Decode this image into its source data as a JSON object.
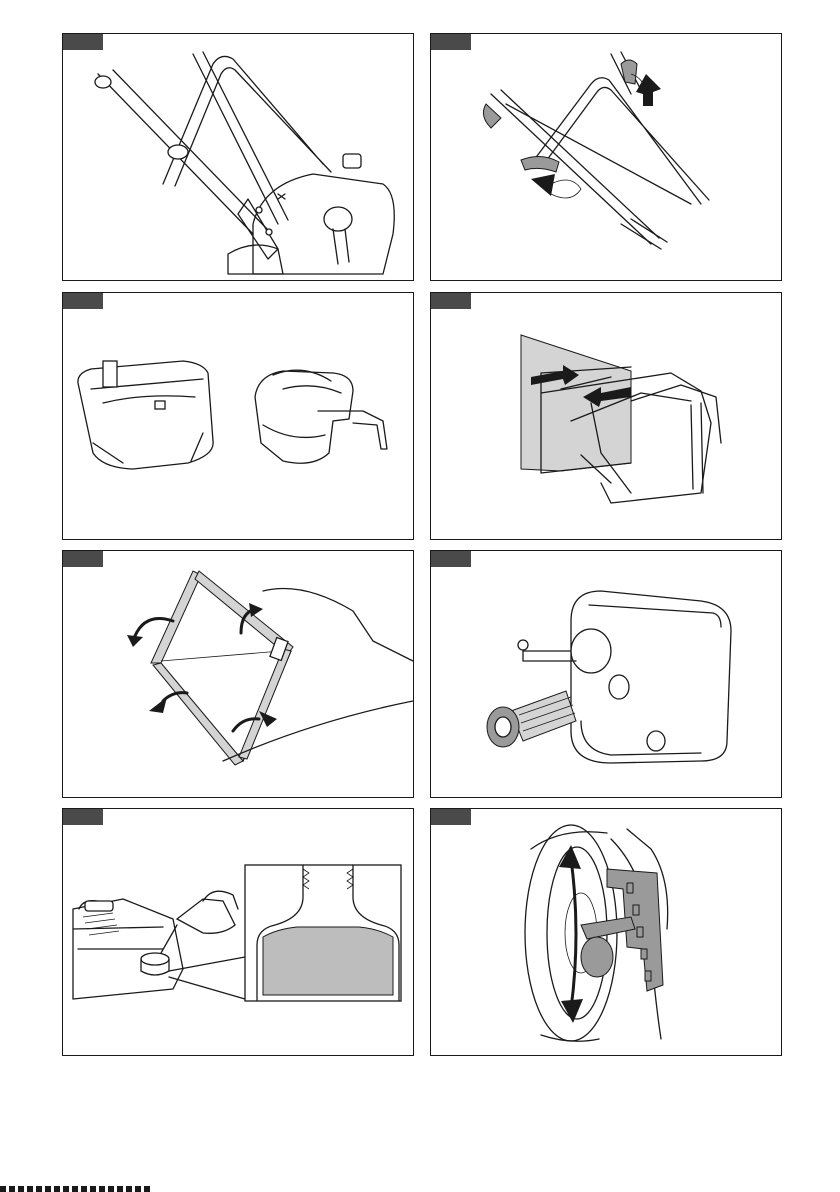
{
  "page": {
    "panels": [
      {
        "id": "handle-assembly",
        "icon": "handle-assembly-icon"
      },
      {
        "id": "cable-lever",
        "icon": "cable-lever-icon"
      },
      {
        "id": "grass-box-halves",
        "icon": "grass-box-icon"
      },
      {
        "id": "bag-frame-insert",
        "icon": "bag-frame-icon"
      },
      {
        "id": "frame-folding",
        "icon": "frame-folding-icon"
      },
      {
        "id": "air-filter-removal",
        "icon": "air-filter-icon"
      },
      {
        "id": "oil-filling",
        "icon": "oil-filling-icon"
      },
      {
        "id": "wheel-height-adjust",
        "icon": "wheel-height-icon"
      }
    ]
  },
  "colors": {
    "line": "#1a1a1a",
    "tag": "#4a4a4a",
    "shade_dark": "#9a9a9a",
    "shade_light": "#d4d4d4"
  }
}
